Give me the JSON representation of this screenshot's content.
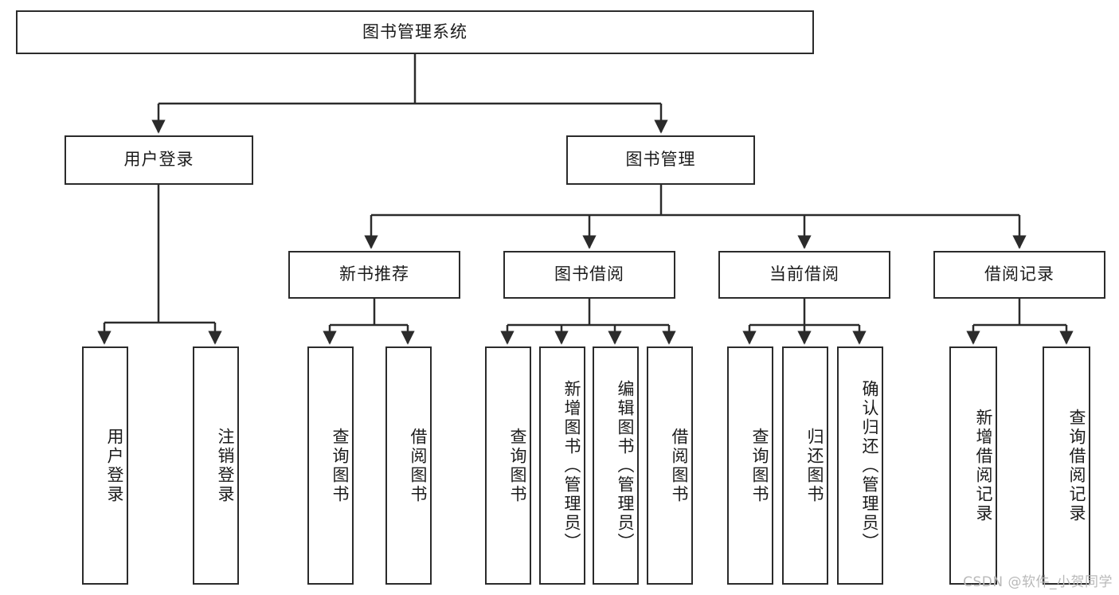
{
  "diagram": {
    "title": "图书管理系统",
    "type": "hierarchy-tree",
    "root": {
      "label": "图书管理系统"
    },
    "level2": [
      {
        "label": "用户登录"
      },
      {
        "label": "图书管理"
      }
    ],
    "level3": [
      {
        "label": "新书推荐"
      },
      {
        "label": "图书借阅"
      },
      {
        "label": "当前借阅"
      },
      {
        "label": "借阅记录"
      }
    ],
    "leaves": {
      "user_login": [
        "用户登录",
        "注销登录"
      ],
      "new_book_recommend": [
        "查询图书",
        "借阅图书"
      ],
      "book_borrow": [
        "查询图书",
        "新增图书（管理员）",
        "编辑图书（管理员）",
        "借阅图书"
      ],
      "current_borrow": [
        "查询图书",
        "归还图书",
        "确认归还（管理员）"
      ],
      "borrow_record": [
        "新增借阅记录",
        "查询借阅记录"
      ]
    }
  },
  "watermark": {
    "text": "CSDN @软件_小贺同学"
  },
  "colors": {
    "stroke": "#2b2b2b",
    "fill": "#ffffff",
    "text": "#1b1b1b",
    "watermark": "#b9b9b9"
  }
}
